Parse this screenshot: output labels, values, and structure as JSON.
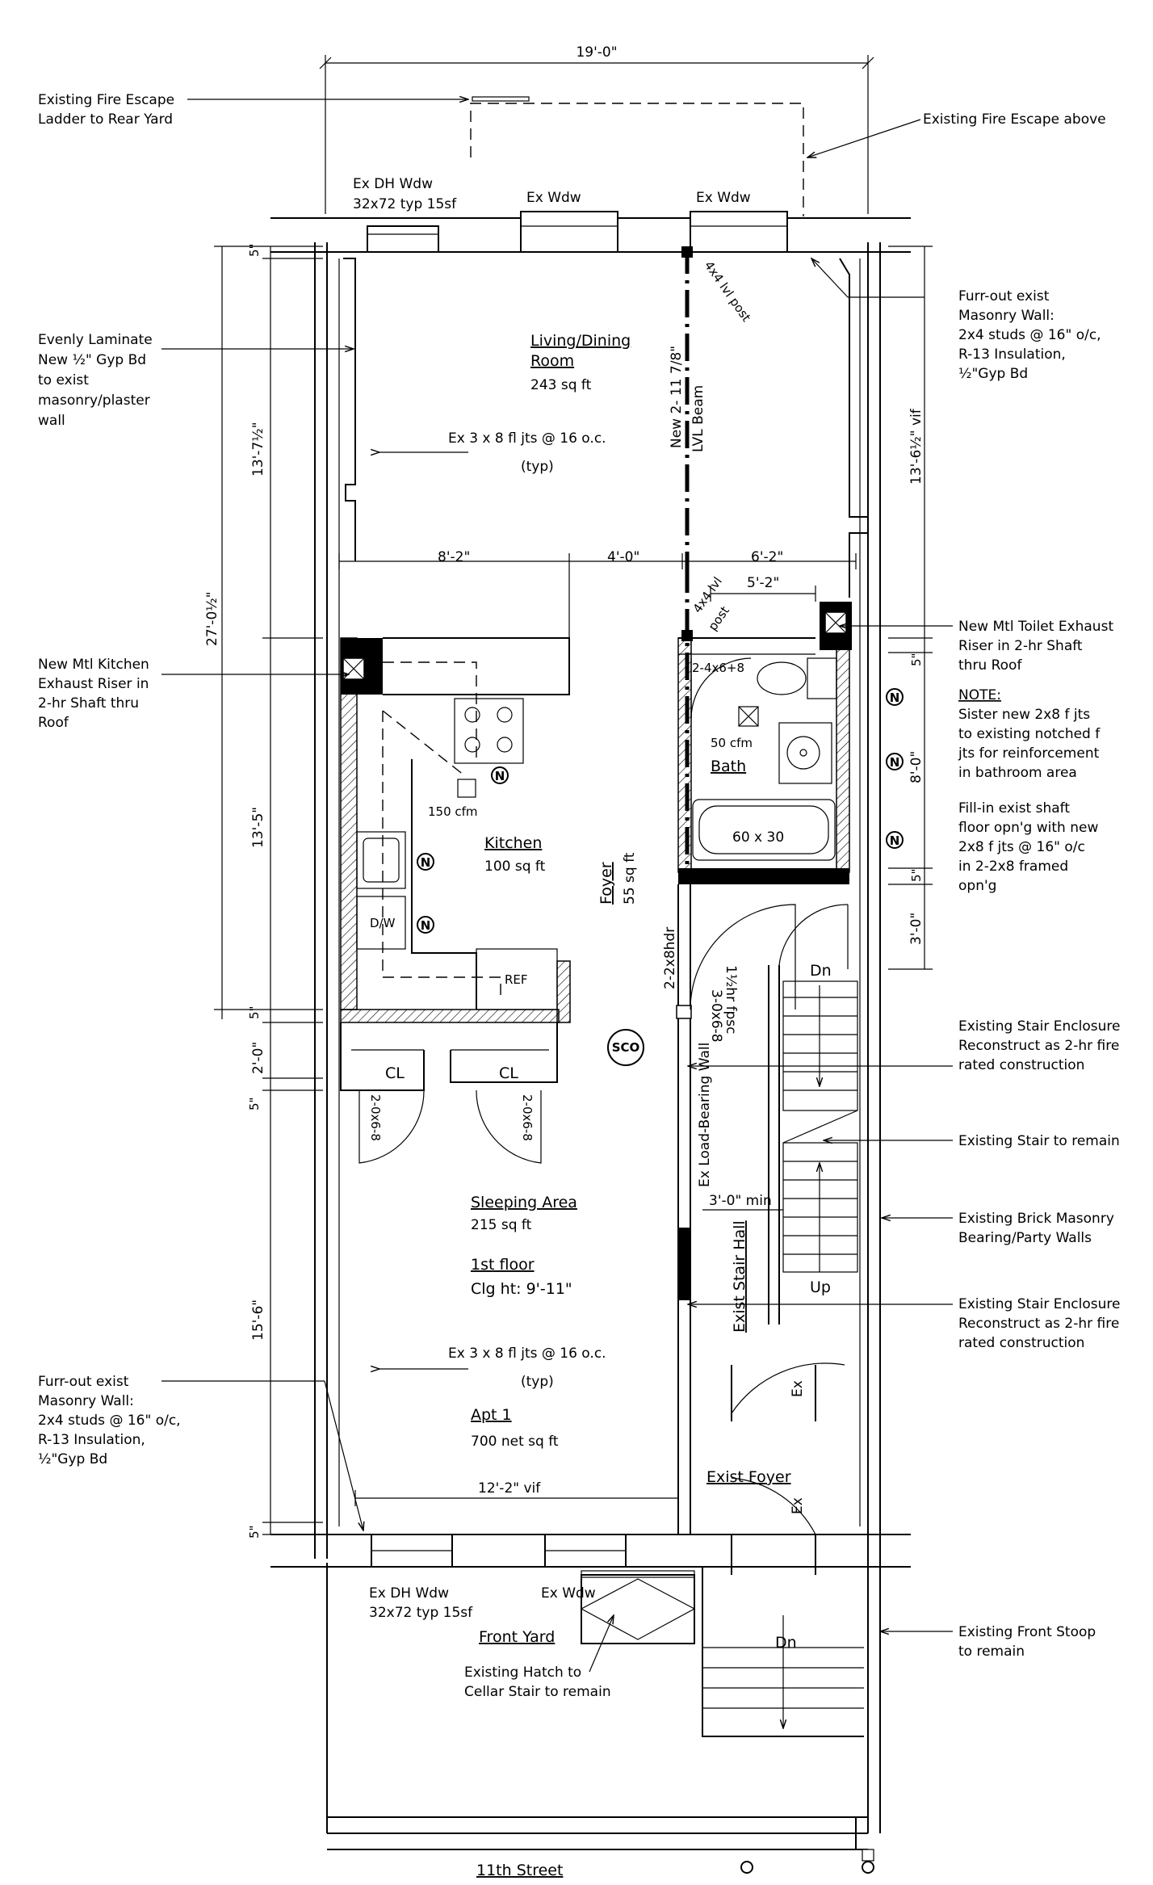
{
  "plan": {
    "top_dimension": "19'-0\"",
    "street": "11th Street",
    "rooms": {
      "living": {
        "name": "Living/Dining",
        "name2": "Room",
        "area": "243 sq ft"
      },
      "kitchen": {
        "name": "Kitchen",
        "area": "100 sq ft"
      },
      "bath": {
        "name": "Bath"
      },
      "foyer": {
        "name": "Foyer",
        "area": "55 sq ft"
      },
      "sleeping": {
        "name": "Sleeping Area",
        "area": "215 sq ft"
      },
      "floor_name": "1st floor",
      "ceiling": "Clg ht: 9'-11\"",
      "apt": "Apt 1",
      "apt_area": "700 net sq ft",
      "closet1": "CL",
      "closet2": "CL",
      "front_yard": "Front Yard",
      "exist_foyer": "Exist Foyer",
      "exist_stair_hall": "Exist Stair Hall"
    },
    "labels": {
      "ex_dh_wdw_top": "Ex DH Wdw",
      "ex_dh_wdw_top2": "32x72 typ 15sf",
      "ex_wdw_top1": "Ex Wdw",
      "ex_wdw_top2": "Ex Wdw",
      "ex_dh_wdw_bot": "Ex DH Wdw",
      "ex_dh_wdw_bot2": "32x72 typ 15sf",
      "ex_wdw_bot": "Ex Wdw",
      "joists_top": "Ex 3 x 8 fl jts @ 16 o.c.",
      "typ_top": "(typ)",
      "joists_bot": "Ex 3 x 8 fl jts @ 16 o.c.",
      "typ_bot": "(typ)",
      "beam": "New 2- 11 7/8\"",
      "beam2": "LVL Beam",
      "post_top": "4x4 lvl post",
      "post_mid": "4x4 lvl",
      "post_mid2": "post",
      "hdr_bath": "2-4x6+8",
      "cfm_bath": "50 cfm",
      "cfm_kitchen": "150 cfm",
      "tub": "60 x 30",
      "dw": "D/W",
      "ref": "REF",
      "sco": "SCO",
      "hdr_foyer": "2-2x8hdr",
      "door_stair": "3-0x6-8",
      "fpsc": "1½hr fpsc",
      "door_cl1": "2-0x6-8",
      "door_cl2": "2-0x6-8",
      "load_wall": "Ex Load-Bearing Wall",
      "stair_min": "3'-0\" min",
      "dn_top": "Dn",
      "up": "Up",
      "ex1": "Ex",
      "ex2": "Ex",
      "dn_stoop": "Dn",
      "n_marker": "N"
    },
    "dimensions": {
      "d_8_2": "8'-2\"",
      "d_4_0": "4'-0\"",
      "d_6_2": "6'-2\"",
      "d_5_2": "5'-2\"",
      "d_12_2": "12'-2\" vif",
      "l_5a": "5\"",
      "l_13_7": "13'-7½\"",
      "l_27": "27'-0½\"",
      "l_13_5": "13'-5\"",
      "l_5b": "5\"",
      "l_2_0": "2'-0\"",
      "l_5c": "5\"",
      "l_15_6": "15'-6\"",
      "l_5d": "5\"",
      "r_13_6": "13'-6½\" vif",
      "r_5a": "5\"",
      "r_8_0": "8'-0\"",
      "r_5b": "5\"",
      "r_3_0": "3'-0\""
    },
    "notes": {
      "fire_ladder": [
        "Existing Fire Escape",
        "Ladder to Rear Yard"
      ],
      "fire_above": [
        "Existing Fire Escape above"
      ],
      "laminate": [
        "Evenly Laminate",
        "New ½\" Gyp Bd",
        "to exist",
        "masonry/plaster",
        "wall"
      ],
      "furr_top": [
        "Furr-out exist",
        "Masonry Wall:",
        "2x4 studs @ 16\" o/c,",
        "R-13 Insulation,",
        "½\"Gyp Bd"
      ],
      "kitchen_riser": [
        "New Mtl Kitchen",
        "Exhaust Riser in",
        "2-hr Shaft thru",
        "Roof"
      ],
      "toilet_riser": [
        "New Mtl Toilet Exhaust",
        "Riser in 2-hr Shaft",
        "thru Roof"
      ],
      "note_head": "NOTE:",
      "sister": [
        "Sister new 2x8 f jts",
        "to existing notched f",
        "jts for reinforcement",
        "in bathroom area"
      ],
      "fill_in": [
        "Fill-in exist shaft",
        "floor opn'g with new",
        "2x8 f jts @ 16\" o/c",
        "in 2-2x8 framed",
        "opn'g"
      ],
      "stair_encl1": [
        "Existing Stair Enclosure",
        "Reconstruct as 2-hr fire",
        "rated construction"
      ],
      "stair_remain": [
        "Existing Stair to remain"
      ],
      "brick": [
        "Existing Brick Masonry",
        "Bearing/Party Walls"
      ],
      "stair_encl2": [
        "Existing Stair Enclosure",
        "Reconstruct as 2-hr fire",
        "rated construction"
      ],
      "furr_bot": [
        "Furr-out exist",
        "Masonry Wall:",
        "2x4 studs @ 16\" o/c,",
        "R-13 Insulation,",
        "½\"Gyp Bd"
      ],
      "stoop": [
        "Existing Front Stoop",
        "to remain"
      ],
      "hatch": [
        "Existing Hatch to",
        "Cellar Stair to remain"
      ]
    }
  }
}
